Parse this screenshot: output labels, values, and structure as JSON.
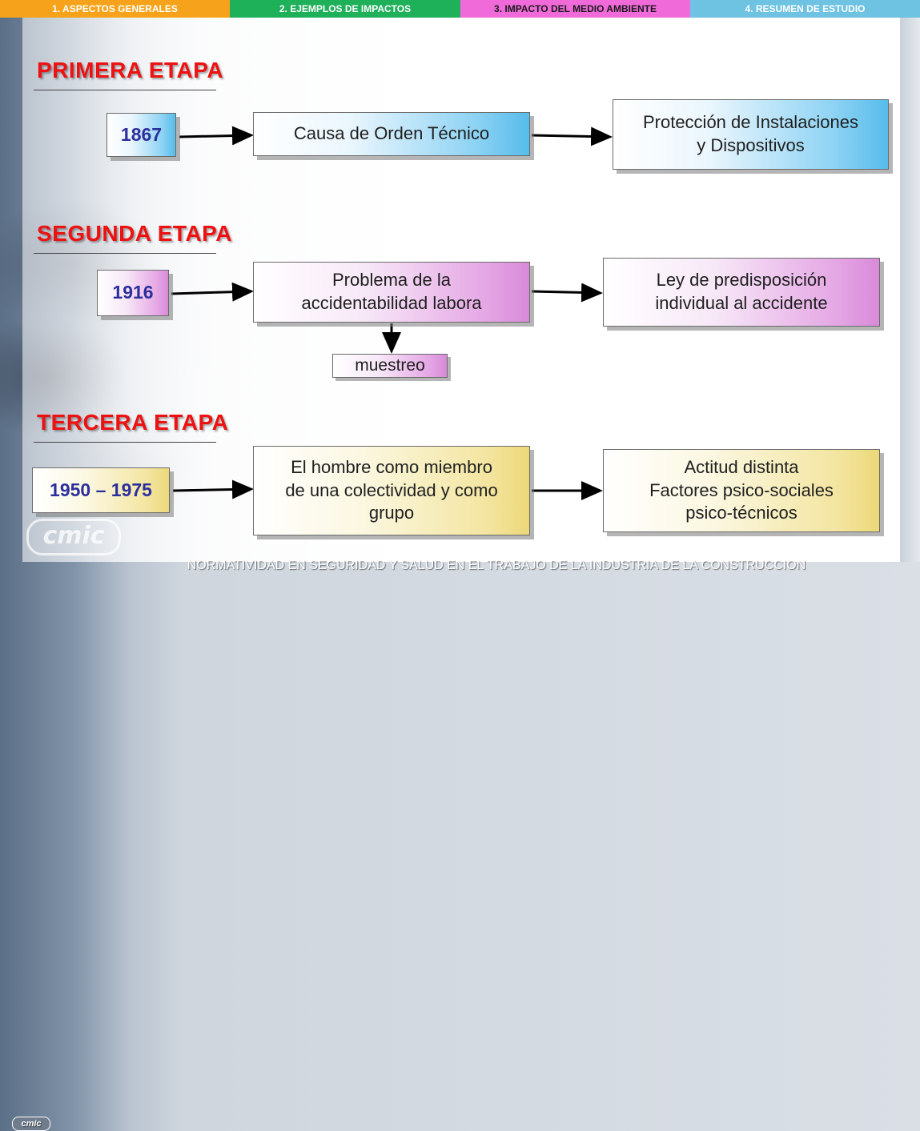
{
  "tabs": [
    {
      "label": "1. ASPECTOS GENERALES",
      "color": "#f6a31b"
    },
    {
      "label": "2. EJEMPLOS DE IMPACTOS",
      "color": "#1fb05a"
    },
    {
      "label": "3. IMPACTO DEL MEDIO AMBIENTE",
      "color": "#f06ad9"
    },
    {
      "label": "4.  RESUMEN DE ESTUDIO",
      "color": "#6ec3e2"
    }
  ],
  "active_tab_index": 2,
  "stages": {
    "first": {
      "title": "PRIMERA ETAPA",
      "year": "1867",
      "cause": "Causa de Orden Técnico",
      "result": "Protección de Instalaciones\ny Dispositivos"
    },
    "second": {
      "title": "SEGUNDA ETAPA",
      "year": "1916",
      "cause": "Problema de la\naccidentabilidad labora",
      "result": "Ley de predisposición\nindividual al accidente",
      "branch": "muestreo"
    },
    "third": {
      "title": "TERCERA ETAPA",
      "year": "1950 – 1975",
      "cause": "El hombre como miembro\nde una colectividad y como\ngrupo",
      "result": "Actitud distinta\nFactores psico-sociales\npsico-técnicos"
    }
  },
  "footer": {
    "text": "NORMATIVIDAD EN SEGURIDAD Y SALUD EN EL TRABAJO DE LA INDUSTRIA DE LA CONSTRUCCION",
    "logo": "cmic"
  },
  "colors": {
    "title_red": "#ee1111",
    "year_blue": "#2c2f9c",
    "box_blue": "#56bcea",
    "box_pink": "#d88ad8",
    "box_yellow": "#ecd878"
  }
}
